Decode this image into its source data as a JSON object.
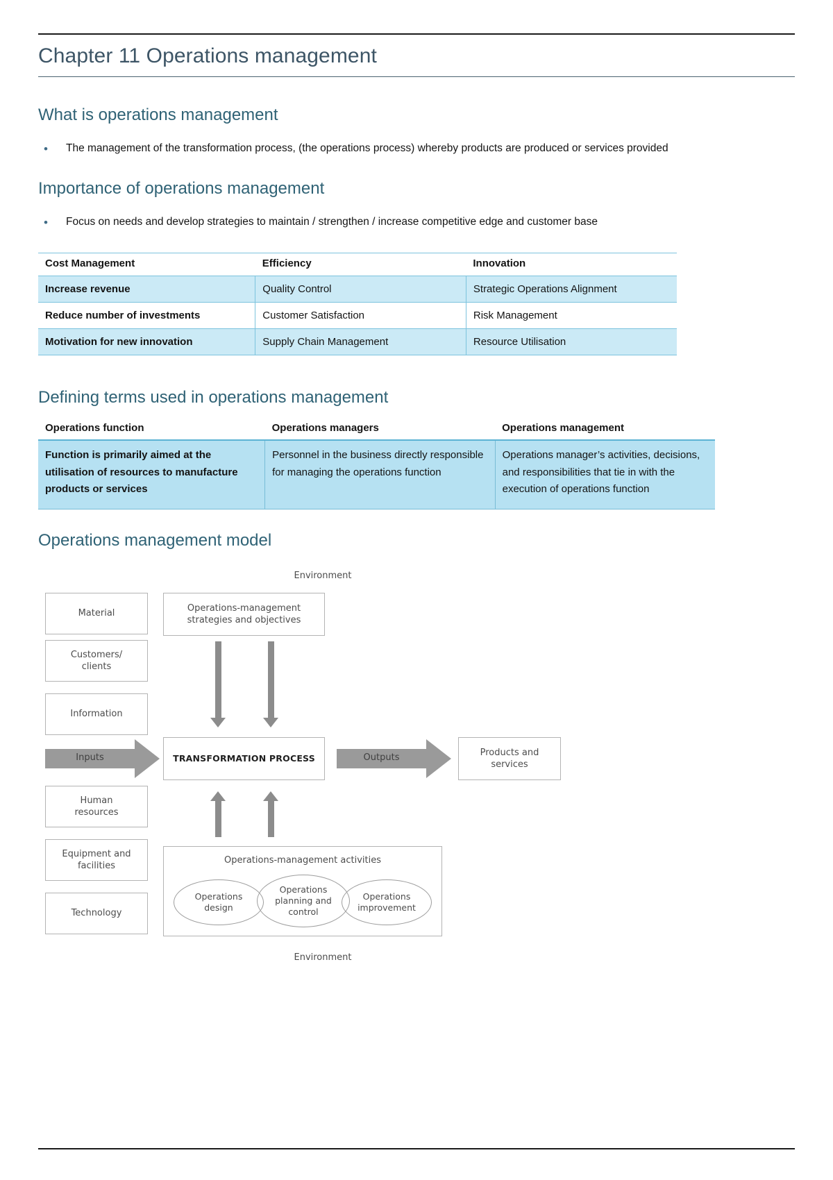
{
  "document": {
    "chapter_title": "Chapter 11 Operations management",
    "sections": [
      {
        "heading": "What is operations management",
        "bullets": [
          "The management of the transformation process, (the operations process) whereby products are produced or services provided"
        ]
      },
      {
        "heading": "Importance of operations management",
        "bullets": [
          "Focus on needs and develop strategies to maintain / strengthen / increase competitive edge and customer base"
        ]
      },
      {
        "heading": "Defining terms used in operations management"
      },
      {
        "heading": "Operations management model"
      }
    ]
  },
  "table_importance": {
    "headers": [
      "Cost Management",
      "Efficiency",
      "Innovation"
    ],
    "rows": [
      [
        "Increase revenue",
        "Quality Control",
        "Strategic Operations Alignment"
      ],
      [
        "Reduce number of investments",
        "Customer Satisfaction",
        "Risk Management"
      ],
      [
        "Motivation for new innovation",
        "Supply Chain Management",
        "Resource Utilisation"
      ]
    ]
  },
  "table_terms": {
    "headers": [
      "Operations function",
      "Operations managers",
      "Operations management"
    ],
    "rows": [
      [
        "Function is primarily aimed at the utilisation of resources to manufacture products or services",
        "Personnel in the business directly responsible for managing the operations function",
        "Operations manager’s activities, decisions, and responsibilities that tie in with the execution of operations function"
      ]
    ]
  },
  "diagram": {
    "environment_top": "Environment",
    "environment_bottom": "Environment",
    "input_boxes": [
      "Material",
      "Customers/\nclients",
      "Information",
      "Human\nresources",
      "Equipment and\nfacilities",
      "Technology"
    ],
    "strategies_box": "Operations-management\nstrategies and objectives",
    "transformation_box": "TRANSFORMATION PROCESS",
    "inputs_arrow": "Inputs",
    "outputs_arrow": "Outputs",
    "products_box": "Products and\nservices",
    "activities_title": "Operations-management activities",
    "activities": [
      "Operations\ndesign",
      "Operations\nplanning and\ncontrol",
      "Operations\nimprovement"
    ]
  },
  "colors": {
    "heading": "#2f6275",
    "table_band": "#cbeaf6",
    "table_border": "#7cc3dd",
    "table2_fill": "#b6e1f2",
    "bullet": "#3f6b86"
  }
}
